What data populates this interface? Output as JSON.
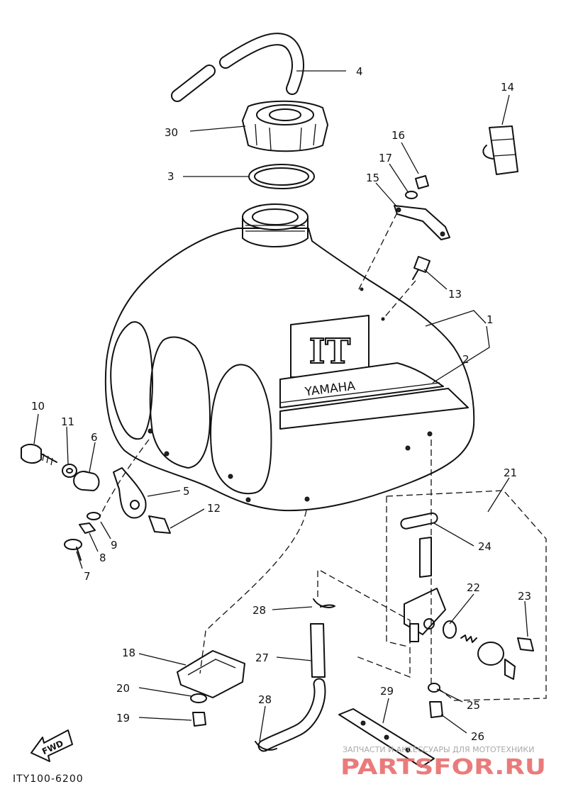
{
  "diagram": {
    "drawing_code": "ITY100-6200",
    "fwd_label": "FWD",
    "emblem_text": "YAMAHA",
    "emblem_logo": "IT"
  },
  "callouts": {
    "p1": "1",
    "p2": "2",
    "p3": "3",
    "p4": "4",
    "p5": "5",
    "p6": "6",
    "p7": "7",
    "p8": "8",
    "p9": "9",
    "p10": "10",
    "p11": "11",
    "p12": "12",
    "p13": "13",
    "p14": "14",
    "p15": "15",
    "p16": "16",
    "p17": "17",
    "p18": "18",
    "p19": "19",
    "p20": "20",
    "p21": "21",
    "p22": "22",
    "p23": "23",
    "p24": "24",
    "p25": "25",
    "p26": "26",
    "p27": "27",
    "p28a": "28",
    "p28b": "28",
    "p29": "29",
    "p30": "30"
  },
  "watermark": {
    "caption": "ЗАПЧАСТИ И АКСЕССУАРЫ ДЛЯ МОТОТЕХНИКИ",
    "brand": "PARTSFOR.RU"
  },
  "colors": {
    "ink": "#111111",
    "paper": "#ffffff",
    "watermark_red": "#e86d6d",
    "watermark_gray": "#a9a9a9"
  }
}
